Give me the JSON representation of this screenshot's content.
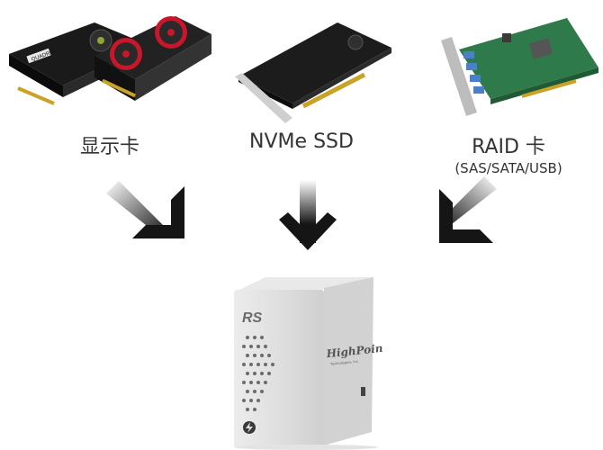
{
  "labels": {
    "gpu": "显示卡",
    "nvme": "NVMe SSD",
    "raid": "RAID 卡",
    "raid_sub": "(SAS/SATA/USB)"
  },
  "enclosure": {
    "badge": "RS",
    "brand": "HighPoint",
    "brand_sub": "Technologies, Inc."
  },
  "colors": {
    "gpu_red": "#c8162a",
    "pcb_green": "#2f7a4a",
    "ssd_black": "#1c1c1c",
    "enclosure_silver": "#dcdcdc",
    "arrow_dark": "#151515"
  },
  "icons": [
    "graphics-card-image",
    "nvme-ssd-card-image",
    "raid-card-image",
    "arrow-icon",
    "thunderbolt-icon"
  ]
}
